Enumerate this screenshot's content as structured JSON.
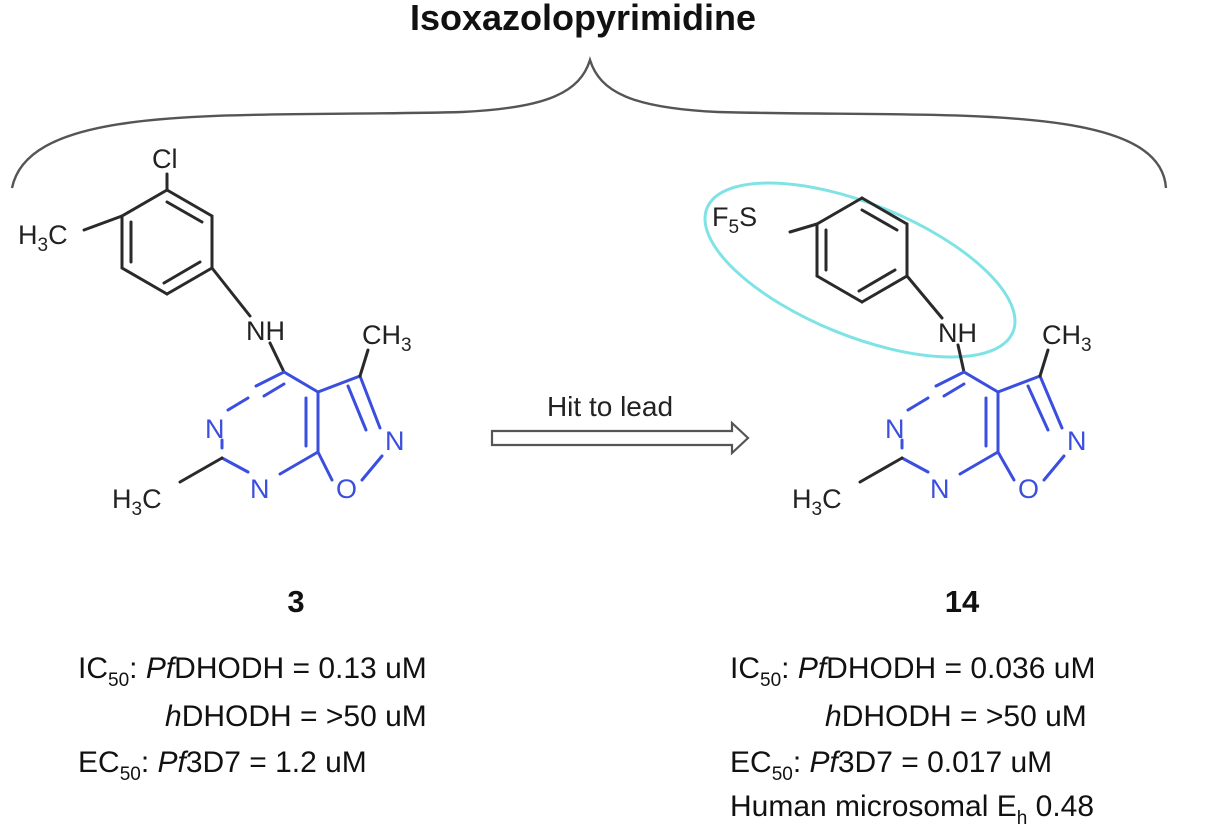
{
  "title": "Isoxazolopyrimidine",
  "arrow_label": "Hit to lead",
  "compound_hit": {
    "number": "3",
    "lines": [
      {
        "pre": "IC",
        "sub": "50",
        "mid": ": ",
        "it": "Pf",
        "rest": "DHODH = 0.13 uM"
      },
      {
        "pre": "",
        "sub": "",
        "mid": "",
        "it": "h",
        "rest": "DHODH = >50 uM"
      },
      {
        "pre": "EC",
        "sub": "50",
        "mid": ": ",
        "it": "Pf",
        "rest": "3D7 = 1.2 uM"
      }
    ]
  },
  "compound_lead": {
    "number": "14",
    "lines": [
      {
        "pre": "IC",
        "sub": "50",
        "mid": ": ",
        "it": "Pf",
        "rest": "DHODH = 0.036 uM"
      },
      {
        "pre": "",
        "sub": "",
        "mid": "",
        "it": "h",
        "rest": "DHODH = >50 uM"
      },
      {
        "pre": "EC",
        "sub": "50",
        "mid": ": ",
        "it": "Pf",
        "rest": "3D7 = 0.017 uM"
      },
      {
        "pre": "Human microsomal E",
        "sub": "h",
        "mid": " 0.48",
        "it": "",
        "rest": ""
      }
    ]
  },
  "atoms": {
    "cl": "Cl",
    "ch3_h": "H",
    "ch3_c": "C",
    "n": "N",
    "nh": "NH",
    "o": "O",
    "three": "3",
    "f": "F",
    "five": "5",
    "s": "S"
  },
  "colors": {
    "core": "#3a4ee0",
    "highlight": "#7fe3e6",
    "bond": "#2a2a2a"
  }
}
